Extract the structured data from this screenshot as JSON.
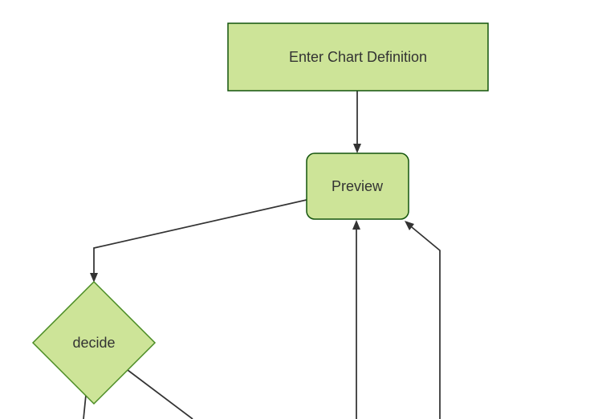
{
  "diagram": {
    "type": "flowchart",
    "direction": "top-down",
    "colors": {
      "background": "#ffffff",
      "node_fill": "#cde498",
      "rect_border": "#13540c",
      "diamond_border": "#4a8c23",
      "edge": "#333333",
      "text": "#333333"
    },
    "nodes": [
      {
        "id": "A",
        "label": "Enter Chart Definition",
        "shape": "rectangle"
      },
      {
        "id": "B",
        "label": "Preview",
        "shape": "rounded-rectangle"
      },
      {
        "id": "C",
        "label": "decide",
        "shape": "diamond"
      }
    ],
    "edges": [
      {
        "from": "Enter Chart Definition",
        "to": "Preview",
        "arrowhead": true
      },
      {
        "from": "Preview",
        "to": "decide",
        "arrowhead": true
      },
      {
        "from": "offscreen-bottom",
        "to": "Preview",
        "arrowhead": true
      },
      {
        "from": "offscreen-bottom-right",
        "to": "Preview",
        "arrowhead": true
      },
      {
        "from": "decide",
        "to": "offscreen-bottom-left",
        "arrowhead": false
      },
      {
        "from": "decide",
        "to": "offscreen-bottom-right",
        "arrowhead": false
      }
    ]
  }
}
